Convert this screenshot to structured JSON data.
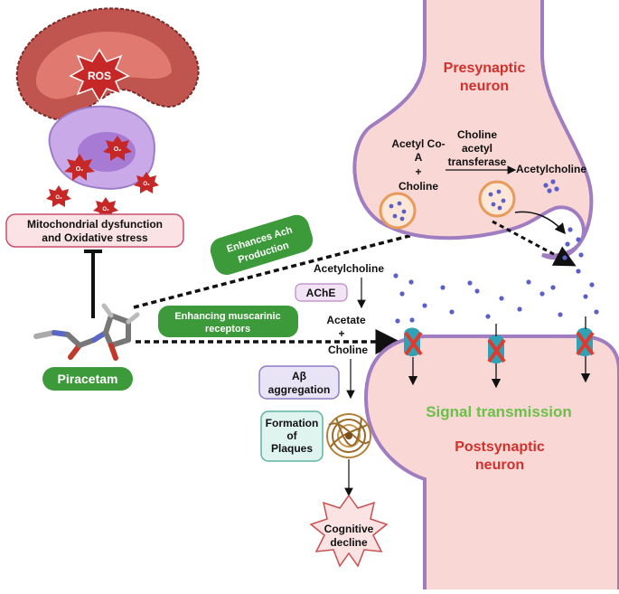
{
  "mito": {
    "ros": "ROS",
    "o2": "O₂",
    "box_line1": "Mitochondrial dysfunction",
    "box_line2": "and Oxidative stress"
  },
  "drug": {
    "name": "Piracetam",
    "pill1_line1": "Enhances Ach",
    "pill1_line2": "Production",
    "pill2_line1": "Enhancing muscarinic",
    "pill2_line2": "receptors"
  },
  "presynaptic": {
    "title_line1": "Presynaptic",
    "title_line2": "neuron",
    "acetylcoa_line1": "Acetyl Co-",
    "acetylcoa_line2": "A",
    "plus": "+",
    "choline": "Choline",
    "enzyme_line1": "Choline",
    "enzyme_line2": "acetyl",
    "enzyme_line3": "transferase",
    "product": "Acetylcholine"
  },
  "cleft": {
    "ach": "Acetylcholine",
    "ache": "AChE",
    "acetate": "Acetate",
    "plus": "+",
    "choline": "Choline"
  },
  "pathology": {
    "abeta_line1": "Aβ",
    "abeta_line2": "aggregation",
    "plaques_line1": "Formation",
    "plaques_line2": "of",
    "plaques_line3": "Plaques",
    "cog_line1": "Cognitive",
    "cog_line2": "decline"
  },
  "postsynaptic": {
    "signal": "Signal transmission",
    "title_line1": "Postsynaptic",
    "title_line2": "neuron"
  },
  "colors": {
    "red_title": "#d0312d",
    "green": "#3c9a3a",
    "signal_green": "#6cc04a",
    "neuron_fill": "#f8d7d4",
    "neuron_stroke": "#a07cc0",
    "ach_dot": "#5b5fc7"
  }
}
